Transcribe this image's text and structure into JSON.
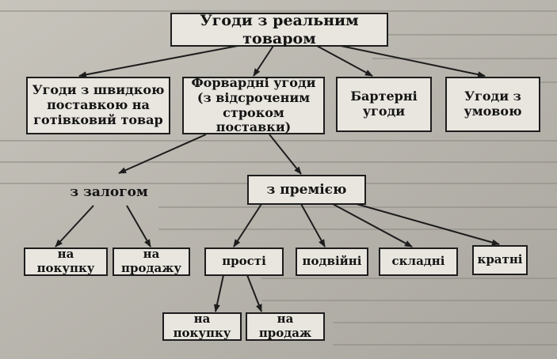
{
  "diagram": {
    "root": "Угоди з реальним товаром",
    "level1": {
      "spot": "Угоди з швидкою\nпоставкою на\nготівковий товар",
      "forward": "Форвардні угоди\n(з відсроченим\nстроком поставки)",
      "barter": "Бартерні\nугоди",
      "conditional": "Угоди з\nумовою"
    },
    "level2": {
      "collateral": "з залогом",
      "premium": "з премією"
    },
    "level3": {
      "buy": "на покупку",
      "sell": "на продажу",
      "simple": "прості",
      "double": "подвійні",
      "complex": "складні",
      "multiple": "кратні"
    },
    "level4": {
      "buy": "на покупку",
      "sell": "на продаж"
    }
  },
  "colors": {
    "paper": "#e9e6df",
    "ink": "#1d1d1d"
  }
}
